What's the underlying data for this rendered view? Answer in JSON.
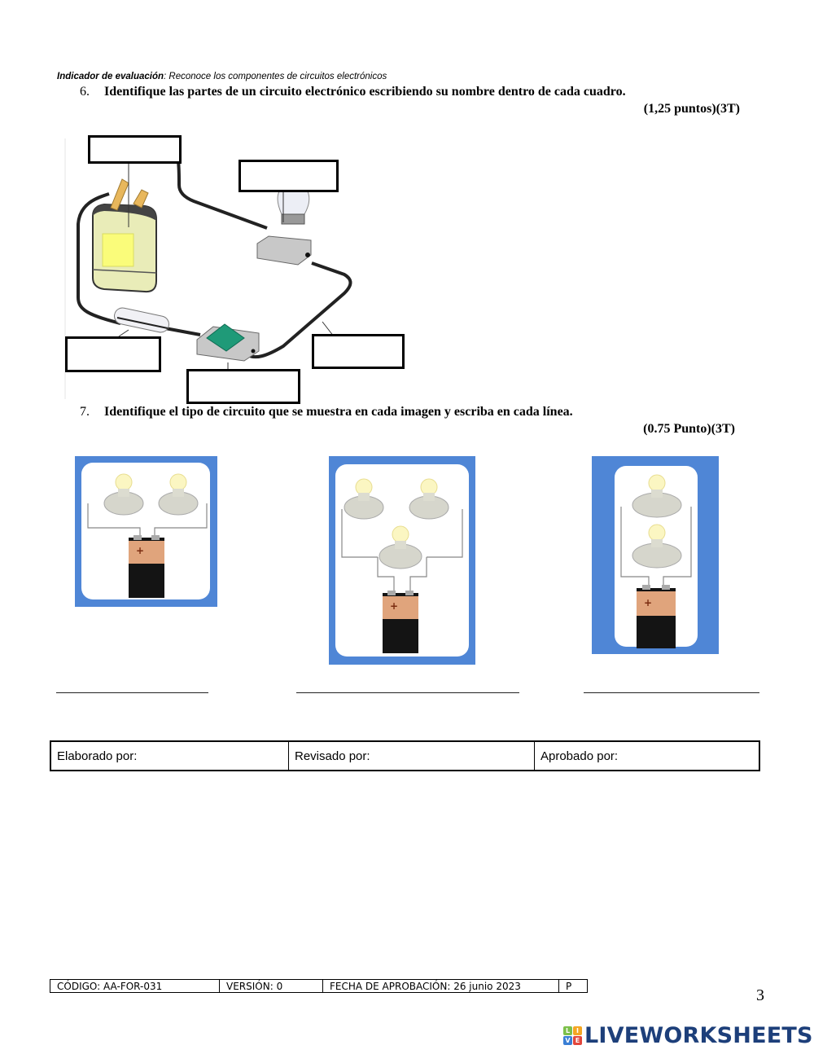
{
  "indicator": {
    "label": "Indicador de evaluación",
    "text": ": Reconoce los componentes de circuitos electrónicos"
  },
  "question6": {
    "number": "6.",
    "text": "Identifique las partes de un circuito electrónico escribiendo su nombre dentro de cada cuadro.",
    "points": "(1,25 puntos)(3T)",
    "answer_boxes": [
      {
        "id": "battery",
        "value": ""
      },
      {
        "id": "bulb",
        "value": ""
      },
      {
        "id": "fuse",
        "value": ""
      },
      {
        "id": "switch",
        "value": ""
      },
      {
        "id": "wire",
        "value": ""
      }
    ]
  },
  "question7": {
    "number": "7.",
    "text": "Identifique el tipo de circuito que se muestra en cada imagen y escriba en cada línea.",
    "points": "(0.75 Punto)(3T)",
    "images": [
      {
        "id": "circuit-a",
        "description": "two bulbs in series with battery"
      },
      {
        "id": "circuit-b",
        "description": "mixed circuit with three bulbs and battery"
      },
      {
        "id": "circuit-c",
        "description": "two bulbs in parallel with battery"
      }
    ],
    "answer_lines": [
      {
        "value": ""
      },
      {
        "value": ""
      },
      {
        "value": ""
      }
    ]
  },
  "signatures": {
    "elaborado": "Elaborado por:",
    "revisado": "Revisado por:",
    "aprobado": "Aprobado por:"
  },
  "footer": {
    "codigo": "CÓDIGO: AA-FOR-031",
    "version": "VERSIÓN: 0",
    "fecha": "FECHA DE APROBACIÓN: 26 junio 2023",
    "p": "P",
    "page_number": "3"
  },
  "brand": {
    "name": "LIVEWORKSHEETS",
    "icon_letters": [
      "L",
      "I",
      "V",
      "E"
    ],
    "icon_colors": [
      "#7cc04a",
      "#f4a623",
      "#3a7fd5",
      "#e2463c"
    ],
    "text_color": "#1d3f7a"
  },
  "colors": {
    "card_blue": "#4f86d6",
    "switch_green": "#1f9a78",
    "battery_yellow": "#e9ecb8"
  }
}
